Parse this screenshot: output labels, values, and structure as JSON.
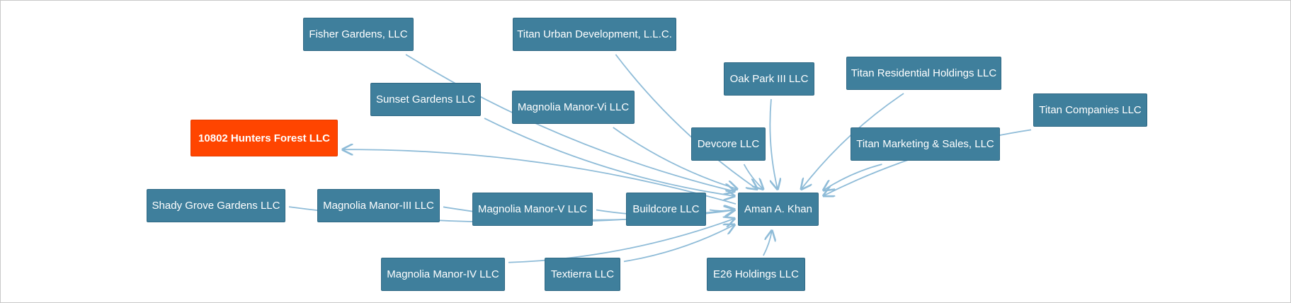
{
  "graph": {
    "nodes": [
      {
        "id": "fisher",
        "label": "Fisher Gardens, LLC"
      },
      {
        "id": "titan_urban",
        "label": "Titan Urban Development, L.L.C."
      },
      {
        "id": "oak_park",
        "label": "Oak Park III LLC"
      },
      {
        "id": "titan_res",
        "label": "Titan Residential Holdings LLC"
      },
      {
        "id": "titan_co",
        "label": "Titan Companies LLC"
      },
      {
        "id": "sunset",
        "label": "Sunset Gardens LLC"
      },
      {
        "id": "mm_vi",
        "label": "Magnolia Manor-Vi LLC"
      },
      {
        "id": "hunters",
        "label": "10802 Hunters Forest LLC",
        "highlighted": true
      },
      {
        "id": "devcore",
        "label": "Devcore LLC"
      },
      {
        "id": "titan_mkt",
        "label": "Titan Marketing & Sales, LLC"
      },
      {
        "id": "shady",
        "label": "Shady Grove Gardens LLC"
      },
      {
        "id": "mm_iii",
        "label": "Magnolia Manor-III LLC"
      },
      {
        "id": "mm_v",
        "label": "Magnolia Manor-V LLC"
      },
      {
        "id": "buildcore",
        "label": "Buildcore LLC"
      },
      {
        "id": "khan",
        "label": "Aman A. Khan"
      },
      {
        "id": "mm_iv",
        "label": "Magnolia Manor-IV LLC"
      },
      {
        "id": "textierra",
        "label": "Textierra LLC"
      },
      {
        "id": "e26",
        "label": "E26 Holdings LLC"
      }
    ],
    "edges": [
      {
        "from": "fisher",
        "to": "khan"
      },
      {
        "from": "titan_urban",
        "to": "khan"
      },
      {
        "from": "oak_park",
        "to": "khan"
      },
      {
        "from": "titan_res",
        "to": "khan"
      },
      {
        "from": "titan_co",
        "to": "khan"
      },
      {
        "from": "titan_mkt",
        "to": "khan"
      },
      {
        "from": "sunset",
        "to": "khan"
      },
      {
        "from": "mm_vi",
        "to": "khan"
      },
      {
        "from": "devcore",
        "to": "khan"
      },
      {
        "from": "khan",
        "to": "hunters"
      },
      {
        "from": "shady",
        "to": "khan"
      },
      {
        "from": "mm_iii",
        "to": "khan"
      },
      {
        "from": "mm_v",
        "to": "khan"
      },
      {
        "from": "buildcore",
        "to": "khan"
      },
      {
        "from": "mm_iv",
        "to": "khan"
      },
      {
        "from": "textierra",
        "to": "khan"
      },
      {
        "from": "e26",
        "to": "khan"
      }
    ]
  },
  "colors": {
    "node_fill": "#3f7f9c",
    "node_highlight_fill": "#ff4500",
    "edge": "#8fbcd8"
  }
}
